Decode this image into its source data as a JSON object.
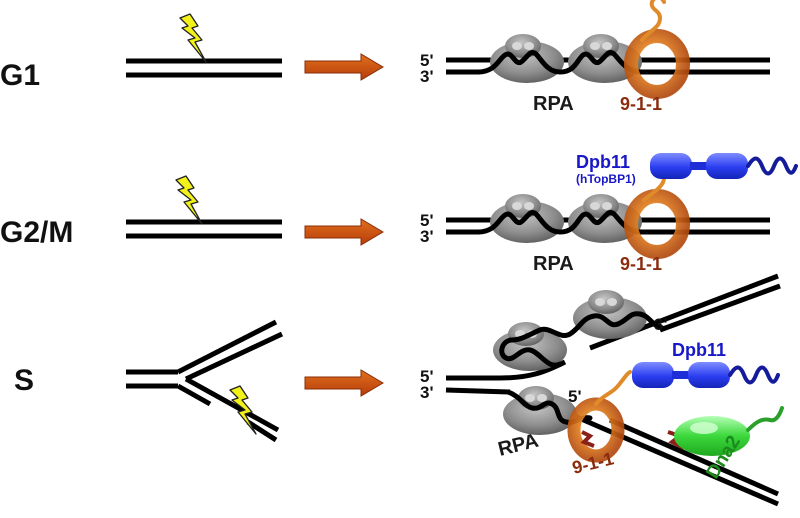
{
  "phases": {
    "g1": "G1",
    "g2m": "G2/M",
    "s": "S"
  },
  "ends": {
    "five": "5'",
    "three": "3'"
  },
  "proteins": {
    "rpa": "RPA",
    "nine_one_one": "9-1-1",
    "dpb11": "Dpb11",
    "htopbp1": "(hTopBP1)",
    "dna2": "Dna2"
  },
  "colors": {
    "dna": "#000000",
    "arrow": "#c84a12",
    "lightning": "#f2f21a",
    "rpa": "#8f8f8f",
    "ring_911": "#cc5a18",
    "dpb11": "#2a3cf0",
    "dna2": "#3ad83a"
  }
}
